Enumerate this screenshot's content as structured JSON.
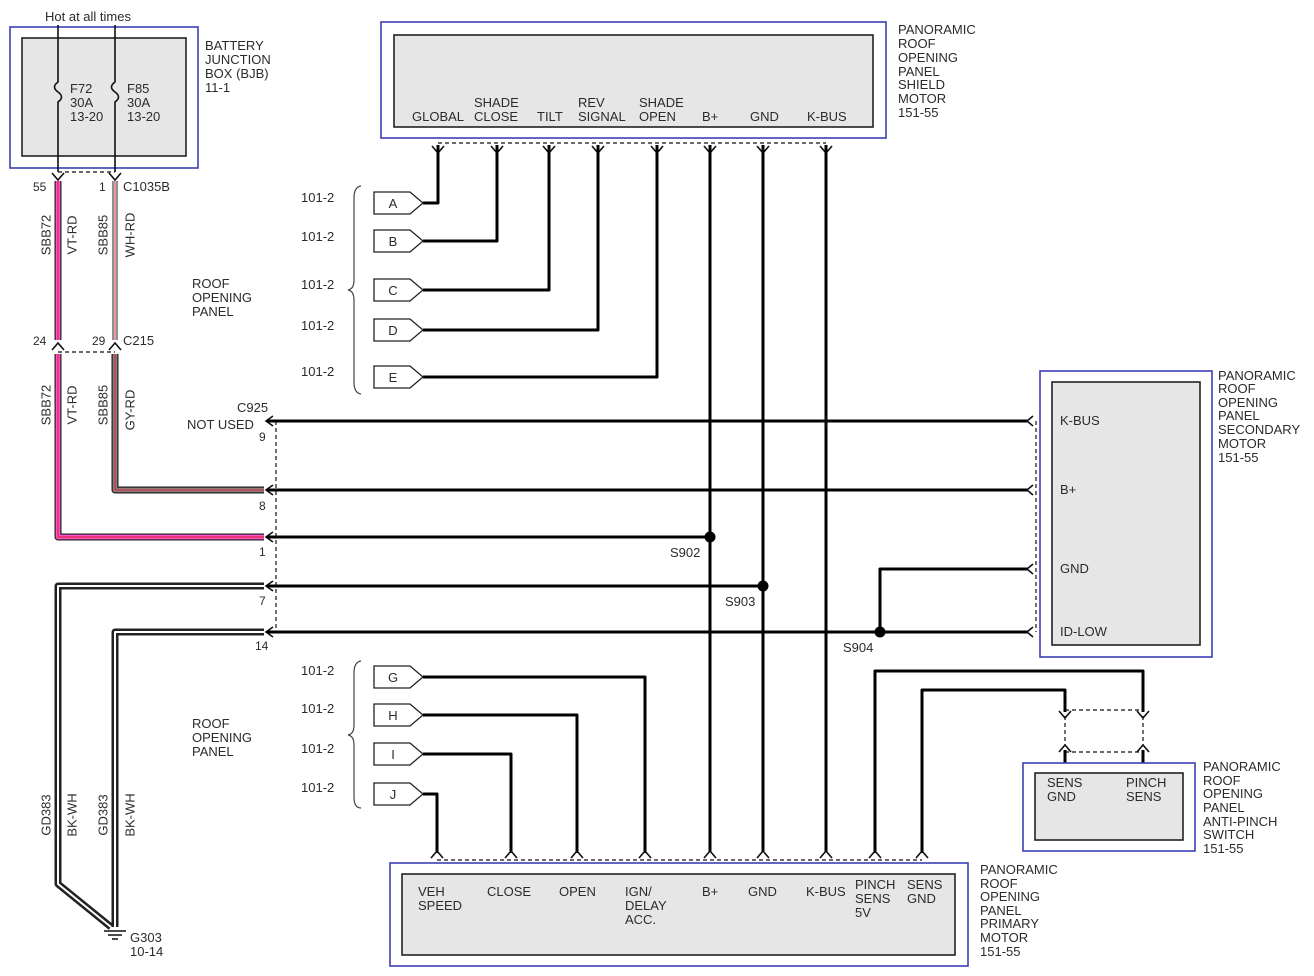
{
  "hot_label": "Hot at all times",
  "colors": {
    "component_border": "#3b3fb4",
    "component_fill": "#e6e6e6",
    "vt_rd": "#ff50d2",
    "wh_rd": "#ffffff",
    "gy_rd": "#8c7b78",
    "red_stripe": "#d9283c",
    "bk_wh_stripe": "#ffffff"
  },
  "bjb": {
    "label": [
      "BATTERY",
      "JUNCTION",
      "BOX (BJB)",
      "11-1"
    ],
    "fuses": [
      {
        "name": "F72",
        "rating": "30A",
        "ref": "13-20"
      },
      {
        "name": "F85",
        "rating": "30A",
        "ref": "13-20"
      }
    ]
  },
  "c1035b": {
    "name": "C1035B",
    "pins": [
      "55",
      "1"
    ]
  },
  "c215": {
    "name": "C215",
    "pins": [
      "24",
      "29"
    ]
  },
  "c925": {
    "name": "C925",
    "not_used": "NOT USED",
    "pins": [
      "9",
      "8",
      "1",
      "7",
      "14"
    ]
  },
  "wire_labels": {
    "upper_left": {
      "circuit": "SBB72",
      "color": "VT-RD"
    },
    "upper_right": {
      "circuit": "SBB85",
      "color": "WH-RD"
    },
    "lower_left": {
      "circuit": "SBB72",
      "color": "VT-RD"
    },
    "lower_right": {
      "circuit": "SBB85",
      "color": "GY-RD"
    },
    "ground_left": {
      "circuit": "GD383",
      "color": "BK-WH"
    },
    "ground_right": {
      "circuit": "GD383",
      "color": "BK-WH"
    }
  },
  "ground": {
    "name": "G303",
    "ref": "10-14"
  },
  "roof_panel_labels": [
    [
      "ROOF",
      "OPENING",
      "PANEL"
    ],
    [
      "ROOF",
      "OPENING",
      "PANEL"
    ]
  ],
  "shield_motor": {
    "label": [
      "PANORAMIC",
      "ROOF",
      "OPENING",
      "PANEL",
      "SHIELD",
      "MOTOR",
      "151-55"
    ],
    "pins": [
      [
        "GLOBAL"
      ],
      [
        "SHADE",
        "CLOSE"
      ],
      [
        "TILT"
      ],
      [
        "REV",
        "SIGNAL"
      ],
      [
        "SHADE",
        "OPEN"
      ],
      [
        "B+"
      ],
      [
        "GND"
      ],
      [
        "K-BUS"
      ]
    ]
  },
  "page_refs": {
    "upper": [
      {
        "ref": "101-2",
        "connector": "A"
      },
      {
        "ref": "101-2",
        "connector": "B"
      },
      {
        "ref": "101-2",
        "connector": "C"
      },
      {
        "ref": "101-2",
        "connector": "D"
      },
      {
        "ref": "101-2",
        "connector": "E"
      }
    ],
    "lower": [
      {
        "ref": "101-2",
        "connector": "G"
      },
      {
        "ref": "101-2",
        "connector": "H"
      },
      {
        "ref": "101-2",
        "connector": "I"
      },
      {
        "ref": "101-2",
        "connector": "J"
      }
    ]
  },
  "secondary_motor": {
    "label": [
      "PANORAMIC",
      "ROOF",
      "OPENING",
      "PANEL",
      "SECONDARY",
      "MOTOR",
      "151-55"
    ],
    "pins": [
      "K-BUS",
      "B+",
      "GND",
      "ID-LOW"
    ]
  },
  "splices": {
    "s902": "S902",
    "s903": "S903",
    "s904": "S904"
  },
  "anti_pinch_switch": {
    "label": [
      "PANORAMIC",
      "ROOF",
      "OPENING",
      "PANEL",
      "ANTI-PINCH",
      "SWITCH",
      "151-55"
    ],
    "pins": [
      [
        "SENS",
        "GND"
      ],
      [
        "PINCH",
        "SENS"
      ]
    ]
  },
  "primary_motor": {
    "label": [
      "PANORAMIC",
      "ROOF",
      "OPENING",
      "PANEL",
      "PRIMARY",
      "MOTOR",
      "151-55"
    ],
    "pins": [
      [
        "VEH",
        "SPEED"
      ],
      [
        "CLOSE"
      ],
      [
        "OPEN"
      ],
      [
        "IGN/",
        "DELAY",
        "ACC."
      ],
      [
        "B+"
      ],
      [
        "GND"
      ],
      [
        "K-BUS"
      ],
      [
        "PINCH",
        "SENS",
        "5V"
      ],
      [
        "SENS",
        "GND"
      ]
    ]
  }
}
